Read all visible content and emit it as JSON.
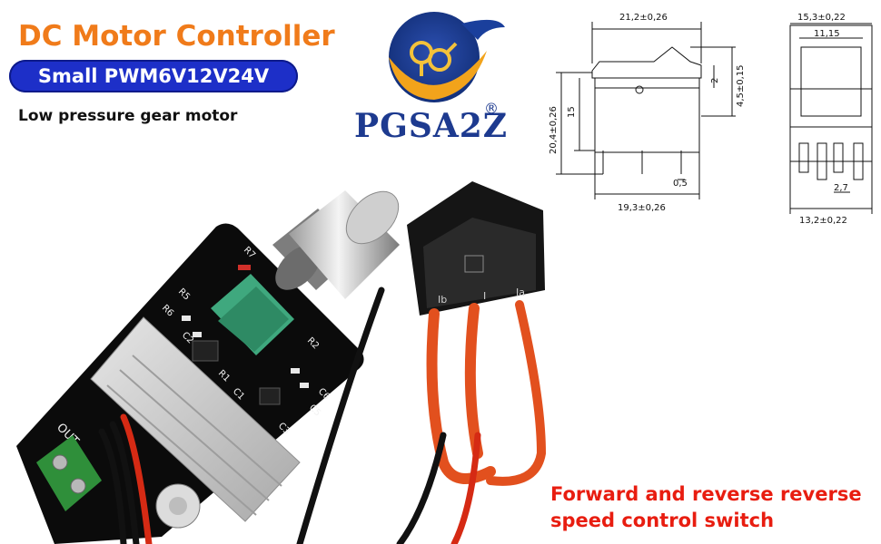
{
  "header": {
    "title": "DC Motor Controller",
    "badge": "Small PWM6V12V24V",
    "subtitle": "Low pressure gear motor"
  },
  "logo": {
    "text": "PGSA2Z",
    "registered": "®"
  },
  "switch_drawing": {
    "width_label": "21,2±0,26",
    "overall_height_label": "20,4±0,26",
    "body_height_label": "15",
    "rocker_label": "2",
    "top_height_label": "4,5±0,15",
    "pin_label": "0,5",
    "base_width_label": "19,3±0,26",
    "side_width_label": "15,3±0,22",
    "side_inner_label": "11,15",
    "pin_spacing_label": "2,7",
    "side_base_label": "13,2±0,22"
  },
  "board": {
    "out_label": "OUT",
    "silk": [
      "R6",
      "R5",
      "R7",
      "C2",
      "R1",
      "R2",
      "C1",
      "C3",
      "C5",
      "C6"
    ]
  },
  "switch_photo": {
    "terminals": [
      "Ib",
      "I",
      "Ia"
    ]
  },
  "caption": {
    "line1": "Forward and reverse reverse",
    "line2": "speed control switch"
  }
}
